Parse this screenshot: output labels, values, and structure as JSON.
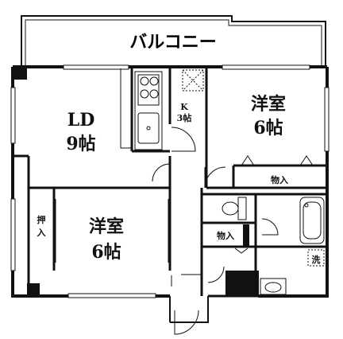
{
  "plan": {
    "balcony": "バルコニー",
    "ld": {
      "line1": "LD",
      "line2": "9帖"
    },
    "kitchen": {
      "line1": "K",
      "line2": "3帖"
    },
    "western_room_1": {
      "line1": "洋室",
      "line2": "6帖"
    },
    "western_room_2": {
      "line1": "洋室",
      "line2": "6帖"
    },
    "closet_1": "物入",
    "closet_2": "物入",
    "oshiire": {
      "line1": "押",
      "line2": "入"
    },
    "laundry": "洗"
  }
}
